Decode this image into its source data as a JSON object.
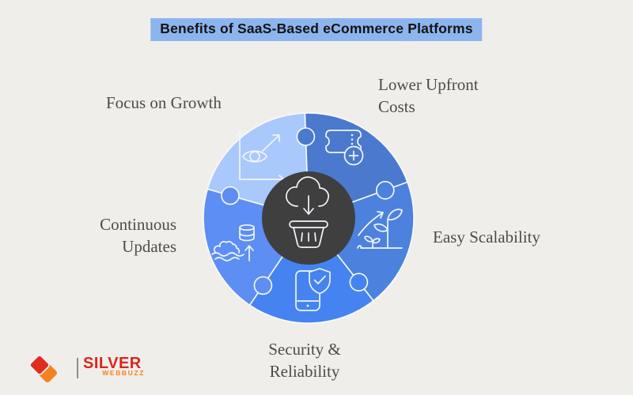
{
  "page": {
    "bg": "#f0eeeb"
  },
  "title": {
    "text": "Benefits of SaaS-Based eCommerce Platforms",
    "bg": "#8cb5ee",
    "color": "#131313"
  },
  "diagram": {
    "type": "puzzle-wheel",
    "center": {
      "icon": "cloud-download-basket-icon",
      "bg": "#3f3f3f",
      "stroke": "#f2f5fc"
    },
    "label_color": "#4d4c4a",
    "segments": [
      {
        "id": "focus-on-growth",
        "label": "Focus on Growth",
        "label_lines": [
          "Focus on Growth"
        ],
        "color": "#a9c8fb",
        "icon": "eye-growth-chart-icon"
      },
      {
        "id": "lower-upfront-costs",
        "label": "Lower Upfront Costs",
        "label_lines": [
          "Lower Upfront",
          "Costs"
        ],
        "color": "#4a79ce",
        "icon": "ticket-plus-icon"
      },
      {
        "id": "easy-scalability",
        "label": "Easy Scalability",
        "label_lines": [
          "Easy Scalability"
        ],
        "color": "#4c82de",
        "icon": "plant-growth-arrow-icon"
      },
      {
        "id": "security-reliability",
        "label": "Security & Reliability",
        "label_lines": [
          "Security &",
          "Reliability"
        ],
        "color": "#4583f1",
        "icon": "phone-shield-check-icon"
      },
      {
        "id": "continuous-updates",
        "label": "Continuous Updates",
        "label_lines": [
          "Continuous",
          "Updates"
        ],
        "color": "#5c8ef3",
        "icon": "database-waves-up-arrow-icon"
      }
    ]
  },
  "logo": {
    "brand": "SILVER",
    "sub": "WEBBUZZ",
    "brand_color": "#d7271d",
    "sub_color": "#f58220",
    "mark_red": "#e02c1f",
    "mark_orange": "#f58220"
  }
}
